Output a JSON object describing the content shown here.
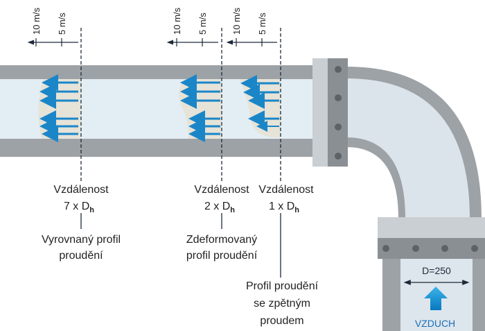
{
  "axes": [
    {
      "tick1": "10 m/s",
      "tick2": "5 m/s"
    },
    {
      "tick1": "10 m/s",
      "tick2": "5 m/s"
    },
    {
      "tick1": "10 m/s",
      "tick2": "5 m/s"
    }
  ],
  "measurements": [
    {
      "line1": "Vzdálenost",
      "line2": "7 x D",
      "sub": "h",
      "desc": [
        "Vyrovnaný profil",
        "proudění"
      ]
    },
    {
      "line1": "Vzdálenost",
      "line2": "2 x D",
      "sub": "h",
      "desc": [
        "Zdeformovaný",
        "profil proudění"
      ]
    },
    {
      "line1": "Vzdálenost",
      "line2": "1 x D",
      "sub": "h",
      "desc": [
        "Profil proudění",
        "se zpětným",
        "proudem"
      ]
    }
  ],
  "inlet": {
    "diameter": "D=250",
    "label": "VZDUCH"
  },
  "colors": {
    "pipe_wall": "#9da2a6",
    "pipe_inner": "#e3edf4",
    "flange_dark": "#8a8f93",
    "flange_light": "#c9cfd3",
    "flow_arrow": "#1a86c8",
    "profile": "#e6e3d8"
  }
}
